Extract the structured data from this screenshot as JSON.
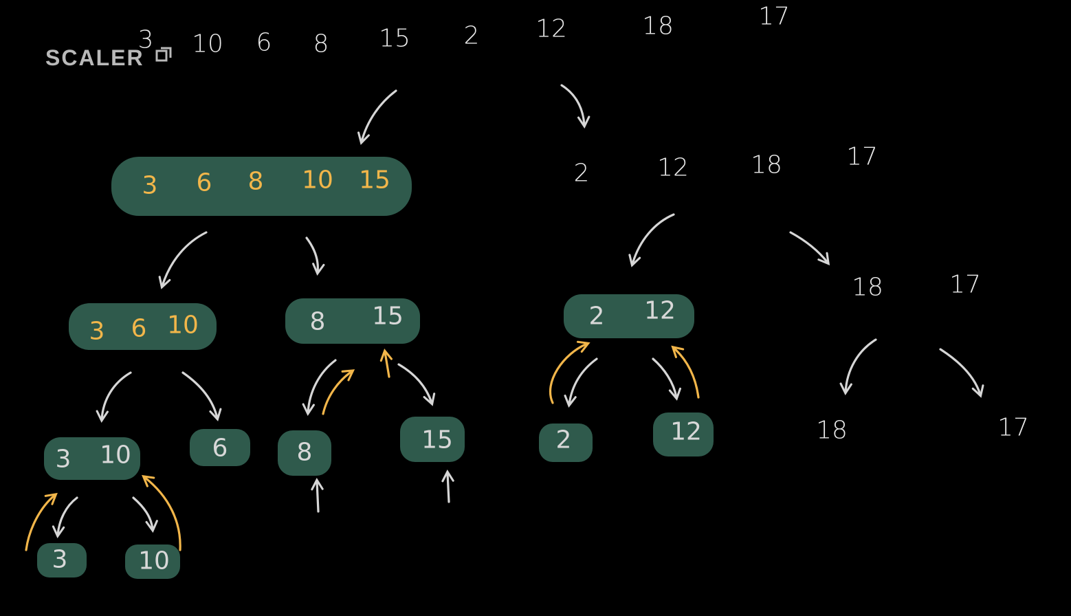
{
  "brand": {
    "logo_text": "SCALER"
  },
  "colors": {
    "background": "#000000",
    "box_fill": "#2f5a4c",
    "merged_number": "#f2b64a",
    "chalk": "#e9e9e9",
    "merge_arrow": "#f2b64a"
  },
  "diagram": {
    "input_array": [
      "3",
      "10",
      "6",
      "8",
      "15",
      "2",
      "12",
      "18",
      "17"
    ],
    "left": {
      "merged": [
        "3",
        "6",
        "8",
        "10",
        "15"
      ],
      "left_merged": [
        "3",
        "6",
        "10"
      ],
      "right_merged": [
        "8",
        "15"
      ],
      "pair": [
        "3",
        "10"
      ],
      "single_6": "6",
      "leaf_3": "3",
      "leaf_10": "10",
      "leaf_8": "8",
      "leaf_15": "15"
    },
    "right": {
      "split": [
        "2",
        "12",
        "18",
        "17"
      ],
      "merged_pair": [
        "2",
        "12"
      ],
      "split_pair": [
        "18",
        "17"
      ],
      "leaf_2": "2",
      "leaf_12": "12",
      "leaf_18": "18",
      "leaf_17": "17"
    }
  }
}
